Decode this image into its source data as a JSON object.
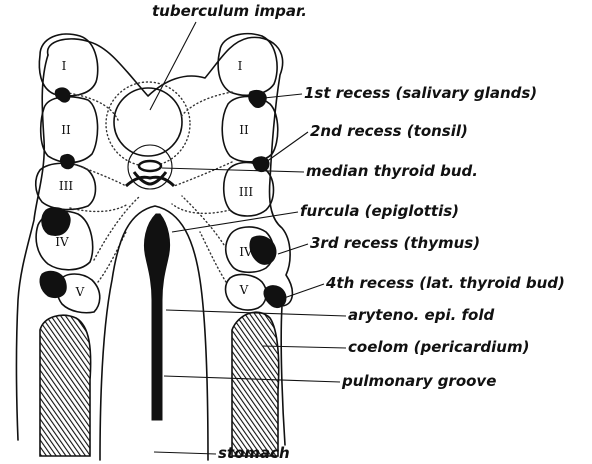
{
  "labels": {
    "tuberculum_impar": "tuberculum impar.",
    "recess_1": "1st recess (salivary glands)",
    "recess_2": "2nd recess (tonsil)",
    "median_thyroid": "median thyroid bud.",
    "furcula": "furcula (epiglottis)",
    "recess_3": "3rd recess (thymus)",
    "recess_4": "4th recess (lat. thyroid bud)",
    "aryteno": "aryteno. epi. fold",
    "coelom": "coelom (pericardium)",
    "pulmonary_groove": "pulmonary groove",
    "stomach": "stomach"
  },
  "arches": {
    "I": "I",
    "II": "II",
    "III": "III",
    "IV": "IV",
    "V": "V"
  }
}
